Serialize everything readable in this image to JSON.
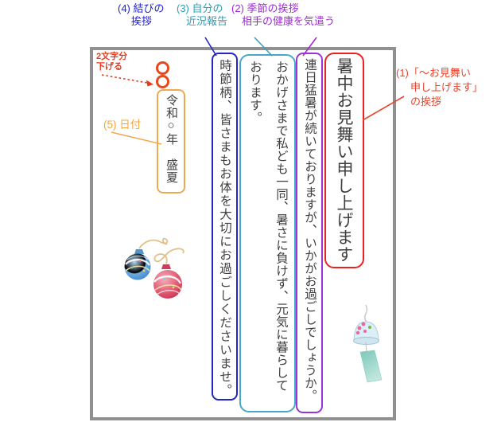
{
  "postcard": {
    "greeting": "暑中お見舞い申し上げます",
    "seasonal_greeting": "連日猛暑が続いておりますが、いかがお過ごしでしょうか。",
    "status_report_line1": "おかげさまで私ども一同、暑さに負けず、元気に暮らして",
    "status_report_line2": "おります。",
    "closing_remark": "時節柄、皆さまもお体を大切にお過ごしくださいませ。",
    "date": "令和○年　盛夏",
    "placeholder_circles": "○○",
    "border_color": "#909090",
    "box_colors": {
      "greeting": "#ee1f1f",
      "seasonal": "#9c33d6",
      "report": "#48a8c8",
      "closing": "#2424cc",
      "date": "#f0a952"
    }
  },
  "annotations": {
    "greeting_note": {
      "line1": "(1)「～お見舞い",
      "line2": "申し上げます」",
      "line3": "の挨拶",
      "color": "#e8442a"
    },
    "seasonal_note": {
      "line1": "(2) 季節の挨拶",
      "line2": "相手の健康を気遣う",
      "color": "#a12ad8"
    },
    "report_note": {
      "line1": "(3) 自分の",
      "line2": "近況報告",
      "color": "#2a9fb4"
    },
    "closing_note": {
      "line1": "(4) 結びの",
      "line2": "挨拶",
      "color": "#1c1ccd"
    },
    "date_note": {
      "label": "(5) 日付",
      "color": "#f5a43c"
    },
    "indent_note": {
      "line1": "2文字分",
      "line2": "下げる",
      "color": "#e83a1c"
    }
  },
  "illustrations": {
    "wind_chime": {
      "icon": "wind-chime-icon",
      "bell_color": "#ddeef6",
      "strip_color": "#85ccbe",
      "flower_color": "#e8679c"
    },
    "water_balloon_blue": {
      "icon": "water-balloon-blue-icon",
      "color": "#569fdb"
    },
    "water_balloon_red": {
      "icon": "water-balloon-red-icon",
      "color": "#dd4a67"
    }
  }
}
